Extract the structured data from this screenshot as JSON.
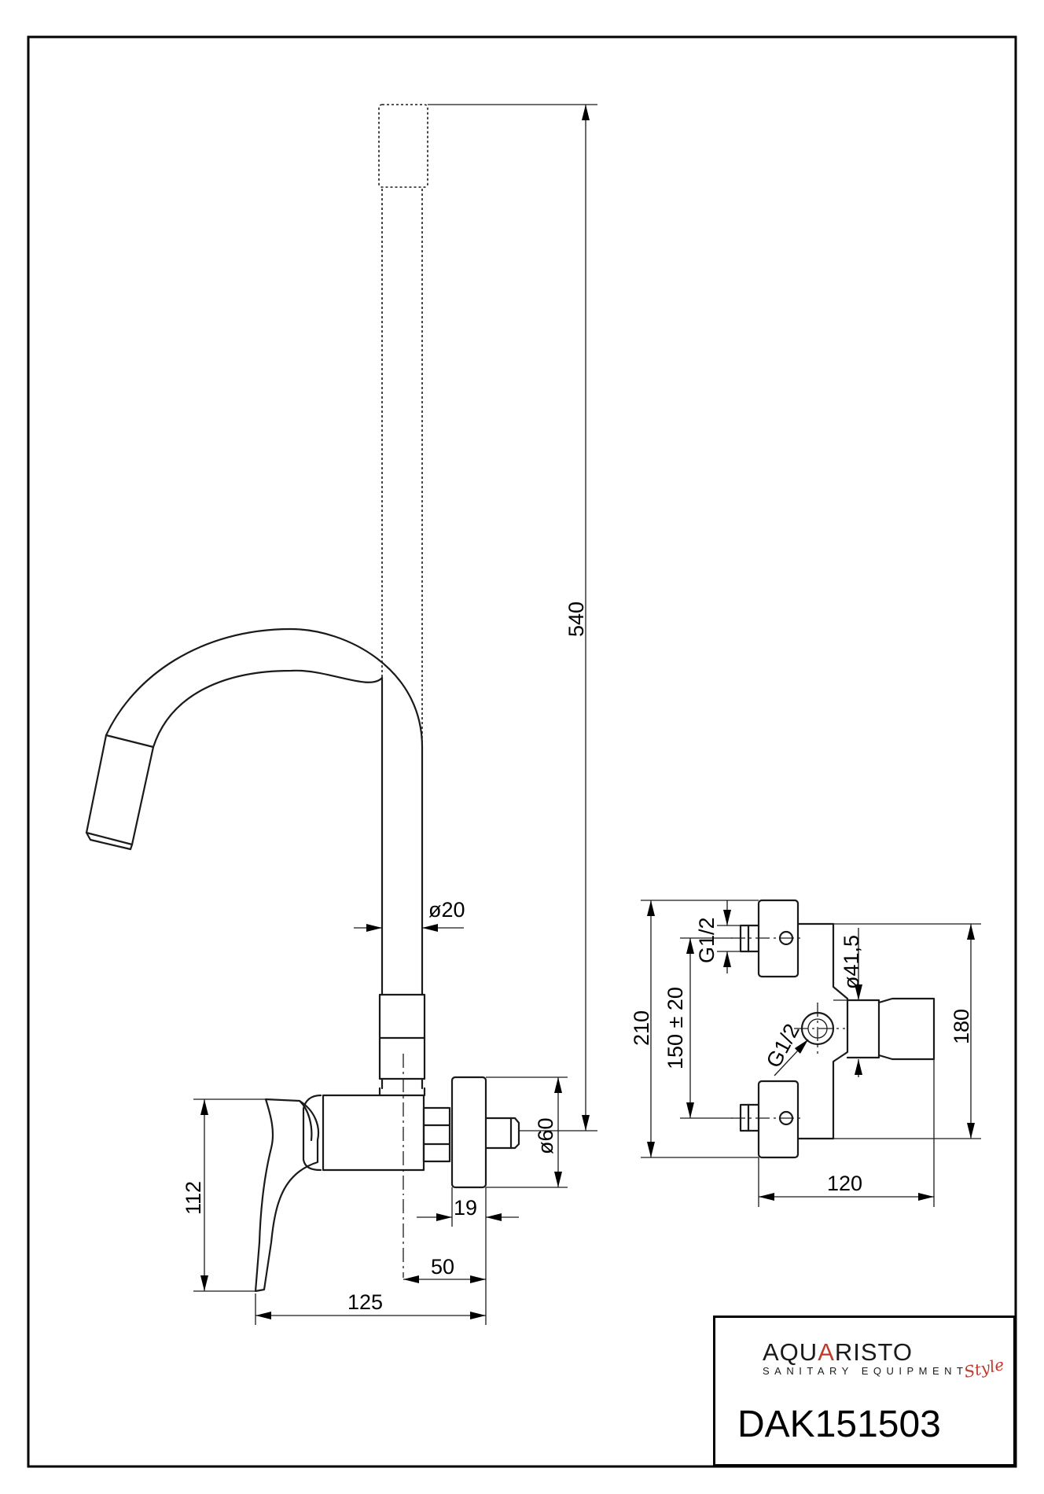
{
  "dimensions": {
    "total_height": "540",
    "pipe_diameter": "ø20",
    "flange_diameter": "ø60",
    "lever_height": "112",
    "connector_length": "19",
    "spout_offset": "50",
    "total_depth": "125",
    "side_height": "210",
    "inlet_spacing": "150 ± 20",
    "thread_top": "G1/2",
    "thread_middle": "G1/2",
    "outlet_diameter": "ø41,5",
    "body_height": "180",
    "body_width": "120"
  },
  "title_block": {
    "logo_prefix": "AQU",
    "logo_accent": "A",
    "logo_suffix": "RISTO",
    "logo_tagline": "SANITARY EQUIPMENT",
    "logo_script": "Style",
    "product_code": "DAK151503"
  },
  "colors": {
    "line": "#1a1a1a",
    "accent": "#c0392b"
  }
}
